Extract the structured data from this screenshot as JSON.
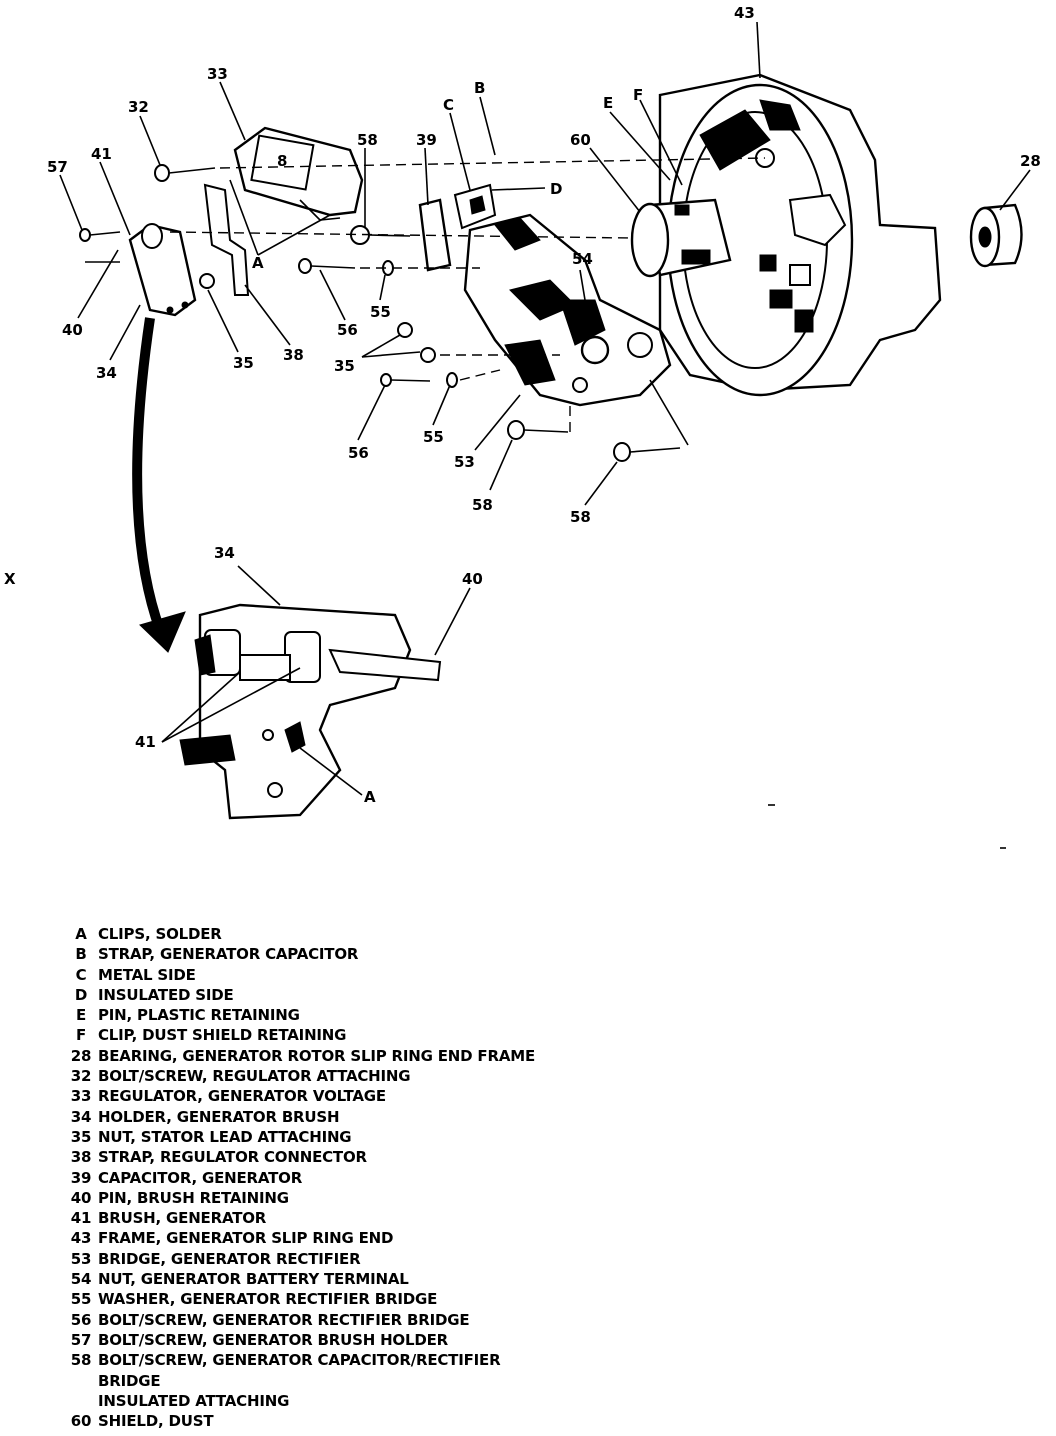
{
  "page_marker": "X",
  "callouts": {
    "c43": "43",
    "c33": "33",
    "c32": "32",
    "c57": "57",
    "c41": "41",
    "c58a": "58",
    "c39": "39",
    "cC": "C",
    "cB": "B",
    "cD": "D",
    "c60": "60",
    "cE": "E",
    "cF": "F",
    "c28": "28",
    "cA": "A",
    "c40": "40",
    "c34": "34",
    "c35a": "35",
    "c38": "38",
    "c56a": "56",
    "c55a": "55",
    "c54": "54",
    "c35b": "35",
    "c56b": "56",
    "c55b": "55",
    "c53": "53",
    "c58b": "58",
    "c58c": "58",
    "d34": "34",
    "d40": "40",
    "d41": "41",
    "dA": "A"
  },
  "legend": [
    {
      "code": "A",
      "text": "CLIPS, SOLDER"
    },
    {
      "code": "B",
      "text": "STRAP, GENERATOR CAPACITOR"
    },
    {
      "code": "C",
      "text": "METAL SIDE"
    },
    {
      "code": "D",
      "text": "INSULATED SIDE"
    },
    {
      "code": "E",
      "text": "PIN, PLASTIC RETAINING"
    },
    {
      "code": "F",
      "text": "CLIP, DUST SHIELD RETAINING"
    },
    {
      "code": "28",
      "text": "BEARING, GENERATOR ROTOR SLIP RING END FRAME"
    },
    {
      "code": "32",
      "text": "BOLT/SCREW, REGULATOR ATTACHING"
    },
    {
      "code": "33",
      "text": "REGULATOR, GENERATOR VOLTAGE"
    },
    {
      "code": "34",
      "text": "HOLDER, GENERATOR BRUSH"
    },
    {
      "code": "35",
      "text": "NUT, STATOR LEAD ATTACHING"
    },
    {
      "code": "38",
      "text": "STRAP, REGULATOR CONNECTOR"
    },
    {
      "code": "39",
      "text": "CAPACITOR, GENERATOR"
    },
    {
      "code": "40",
      "text": "PIN, BRUSH RETAINING"
    },
    {
      "code": "41",
      "text": "BRUSH, GENERATOR"
    },
    {
      "code": "43",
      "text": "FRAME, GENERATOR SLIP RING END"
    },
    {
      "code": "53",
      "text": "BRIDGE, GENERATOR RECTIFIER"
    },
    {
      "code": "54",
      "text": "NUT, GENERATOR BATTERY TERMINAL"
    },
    {
      "code": "55",
      "text": "WASHER, GENERATOR RECTIFIER BRIDGE"
    },
    {
      "code": "56",
      "text": "BOLT/SCREW, GENERATOR RECTIFIER BRIDGE"
    },
    {
      "code": "57",
      "text": "BOLT/SCREW, GENERATOR BRUSH HOLDER"
    },
    {
      "code": "58",
      "text": "BOLT/SCREW, GENERATOR CAPACITOR/RECTIFIER\nBRIDGE\nINSULATED ATTACHING"
    },
    {
      "code": "60",
      "text": "SHIELD, DUST"
    }
  ]
}
